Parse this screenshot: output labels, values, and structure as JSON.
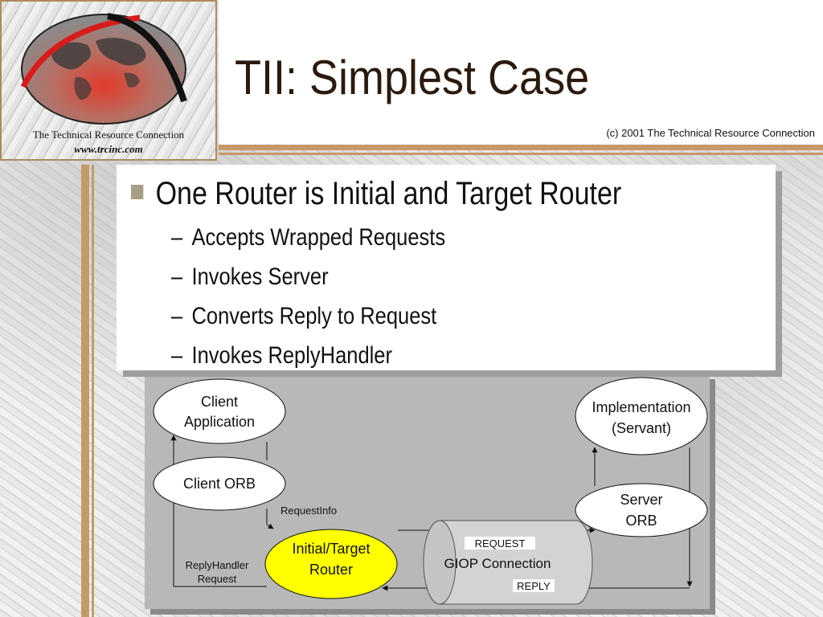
{
  "logo": {
    "company": "The Technical Resource Connection",
    "url": "www.trcinc.com"
  },
  "slide": {
    "title": "TII: Simplest Case",
    "copyright": "(c) 2001 The Technical Resource Connection",
    "main_bullet": "One Router is Initial and Target Router",
    "sub_bullets": [
      "Accepts Wrapped Requests",
      "Invokes Server",
      "Converts Reply to Request",
      "Invokes ReplyHandler"
    ]
  },
  "diagram": {
    "client_app_line1": "Client",
    "client_app_line2": "Application",
    "client_orb": "Client ORB",
    "router_line1": "Initial/Target",
    "router_line2": "Router",
    "impl_line1": "Implementation",
    "impl_line2": "(Servant)",
    "server_orb_line1": "Server",
    "server_orb_line2": "ORB",
    "giop": "GIOP Connection",
    "request": "REQUEST",
    "reply": "REPLY",
    "request_info": "RequestInfo",
    "reply_handler_line1": "ReplyHandler",
    "reply_handler_line2": "Request"
  },
  "colors": {
    "accent_bar": "#c49a6a",
    "router_fill": "#ffff00",
    "title_color": "#2b1a0e"
  }
}
